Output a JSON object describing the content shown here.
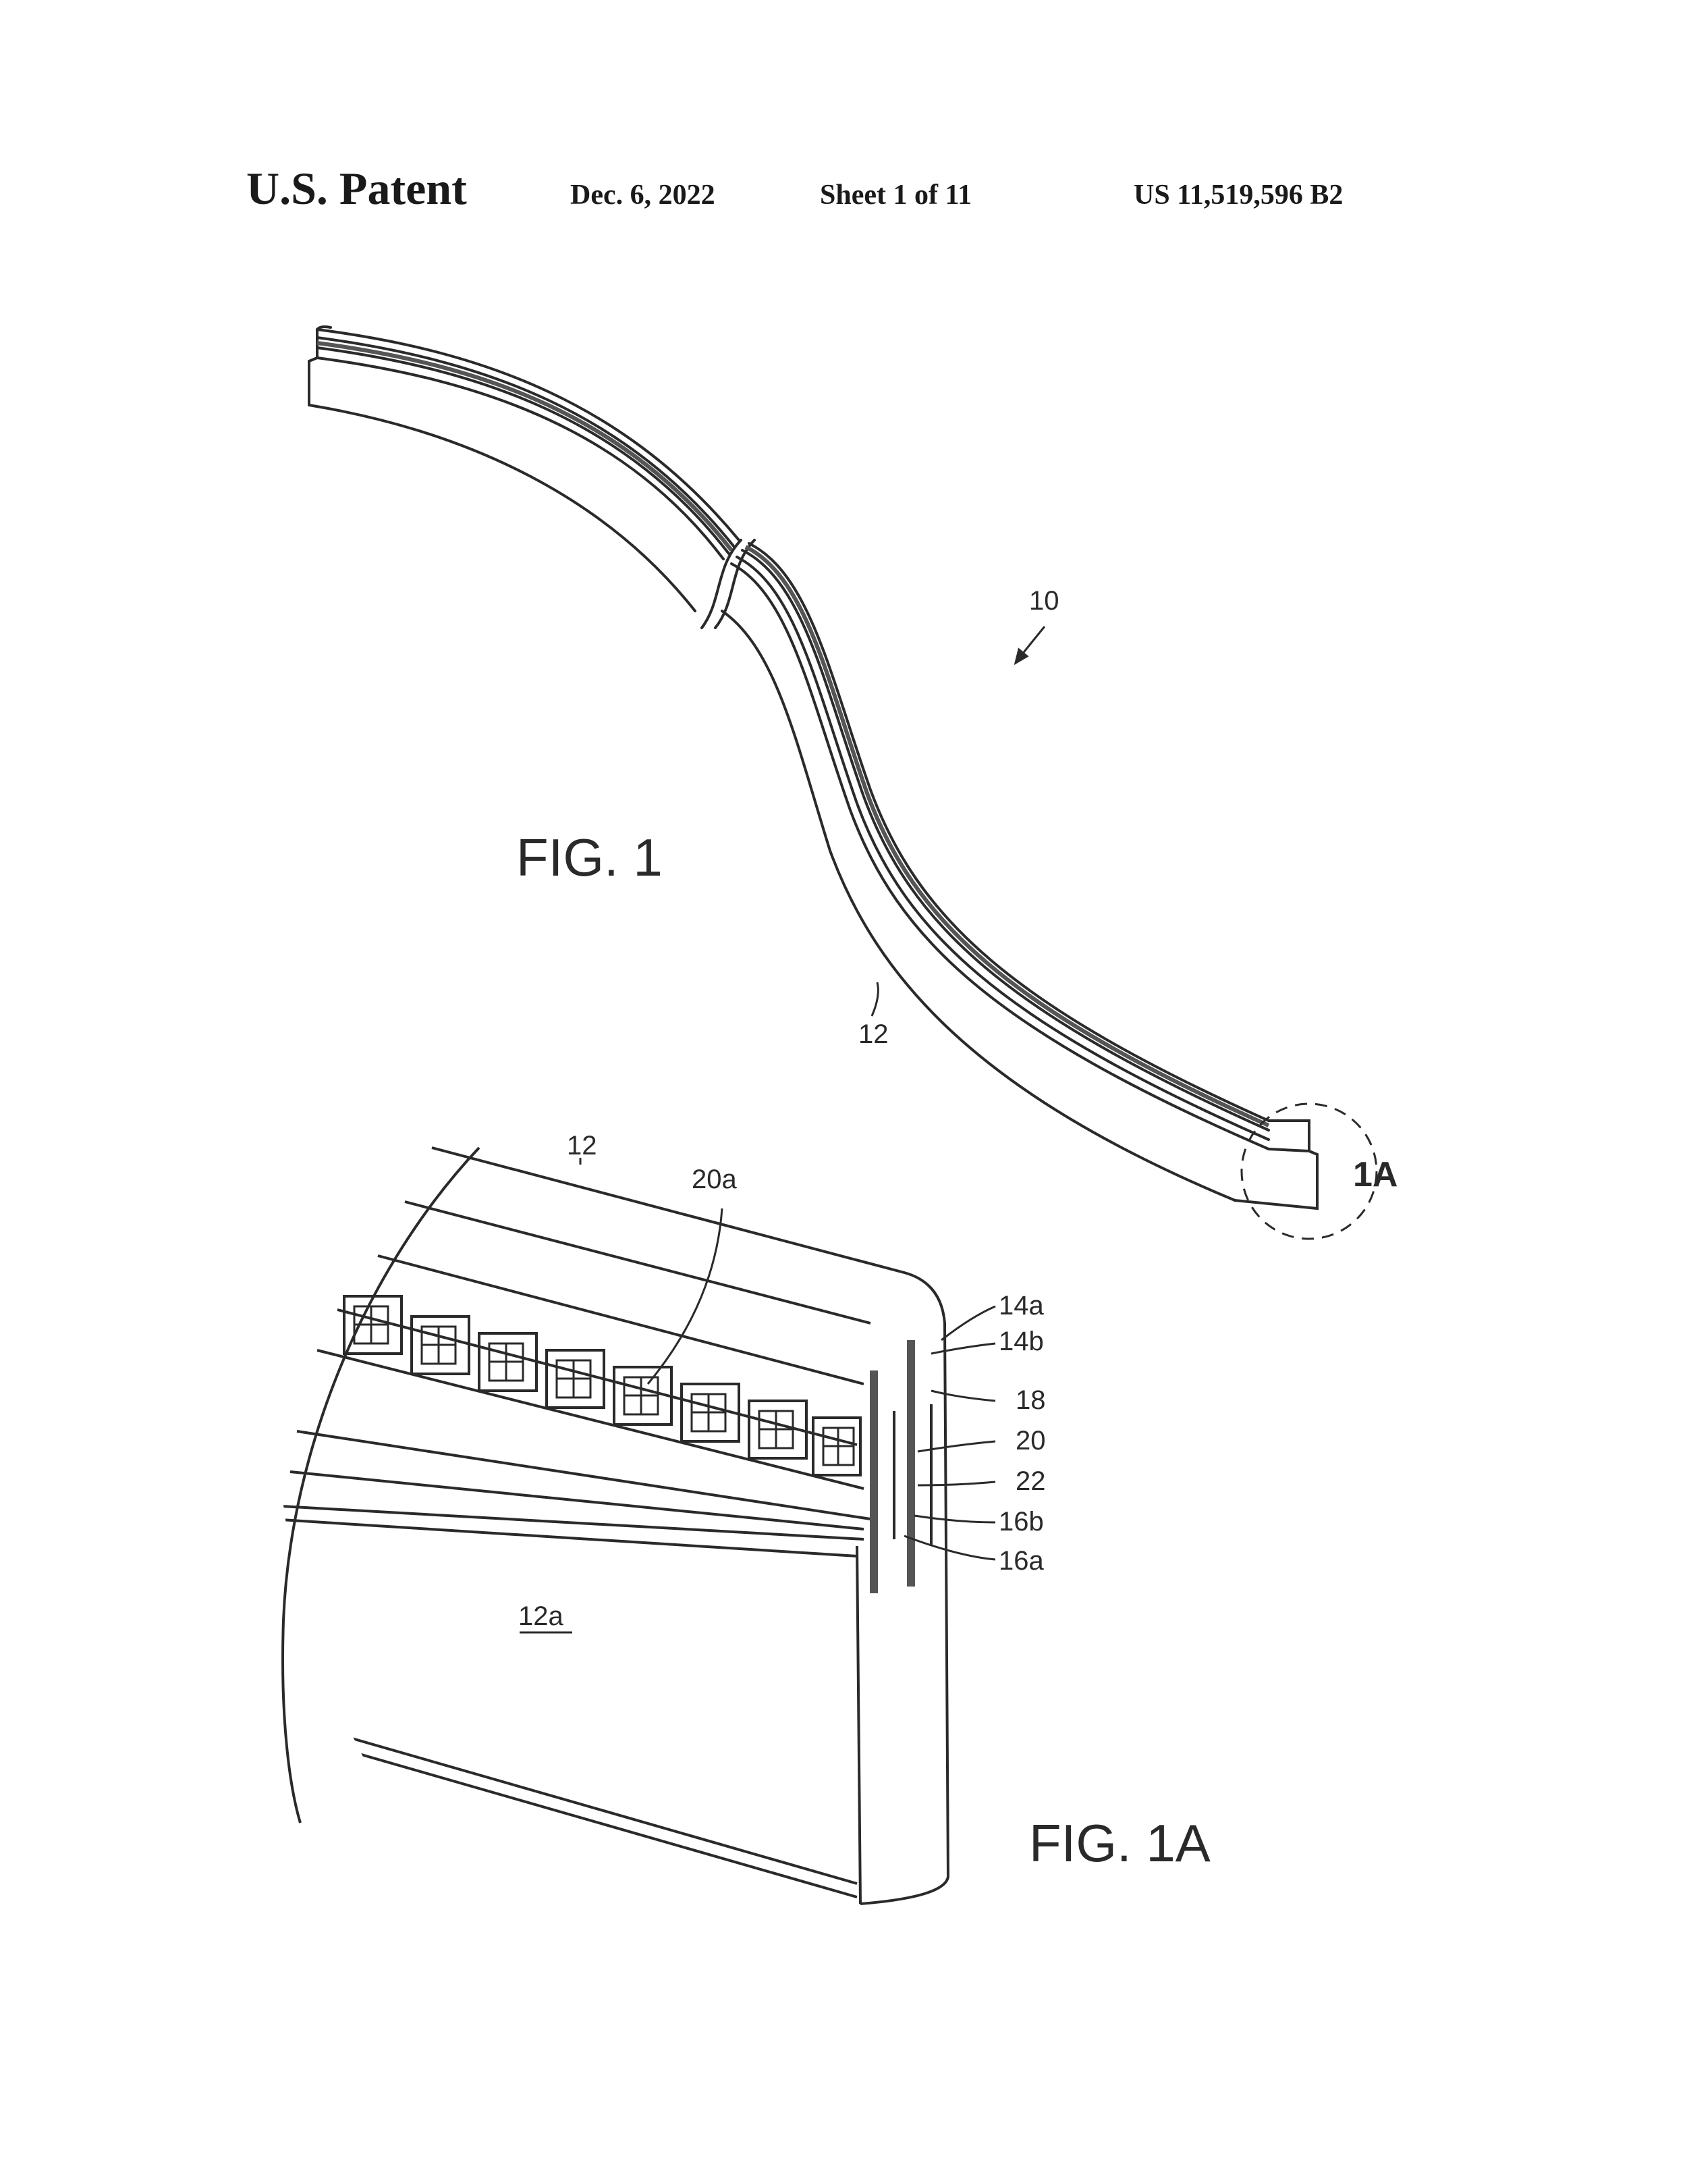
{
  "header": {
    "title": "U.S. Patent",
    "date": "Dec. 6, 2022",
    "sheet": "Sheet 1 of 11",
    "patent_number": "US 11,519,596 B2"
  },
  "figures": {
    "fig1_label": "FIG. 1",
    "fig1a_label": "FIG. 1A",
    "detail_callout": "1A"
  },
  "reference_numerals": {
    "assembly": "10",
    "strip": "12",
    "strip_detail": "12",
    "face": "12a",
    "emitter": "20a",
    "r14a": "14a",
    "r14b": "14b",
    "r18": "18",
    "r20": "20",
    "r22": "22",
    "r16b": "16b",
    "r16a": "16a"
  },
  "colors": {
    "ink": "#2a2a2a",
    "hatch": "#555555",
    "background": "#ffffff"
  }
}
